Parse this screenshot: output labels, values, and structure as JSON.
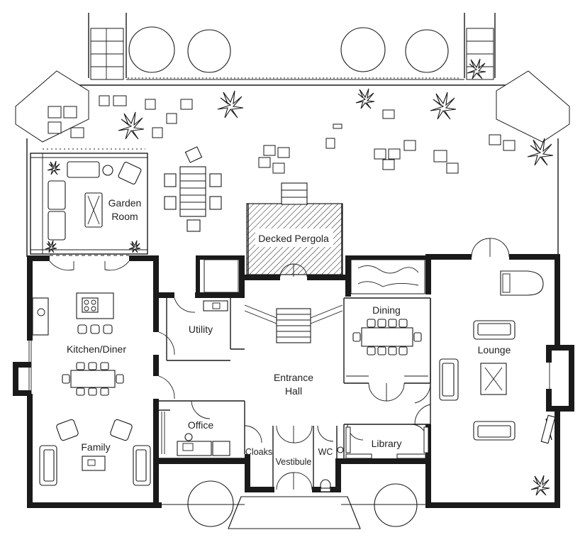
{
  "rooms": {
    "garden_room_line1": "Garden",
    "garden_room_line2": "Room",
    "decked_pergola": "Decked Pergola",
    "utility": "Utility",
    "dining": "Dining",
    "kitchen_diner": "Kitchen/Diner",
    "lounge": "Lounge",
    "entrance_hall_line1": "Entrance",
    "entrance_hall_line2": "Hall",
    "office": "Office",
    "family": "Family",
    "cloaks": "Cloaks",
    "vestibule": "Vestibule",
    "wc": "WC",
    "library": "Library"
  },
  "colors": {
    "wall": "#1a1a1a",
    "background": "#ffffff"
  },
  "icons": {
    "tree": "tree-icon",
    "plant": "plant-icon",
    "sofa": "sofa-icon",
    "armchair": "armchair-icon",
    "dining_table": "dining-table-icon",
    "grand_piano": "grand-piano-icon",
    "desk": "desk-icon",
    "toilet": "toilet-icon"
  }
}
